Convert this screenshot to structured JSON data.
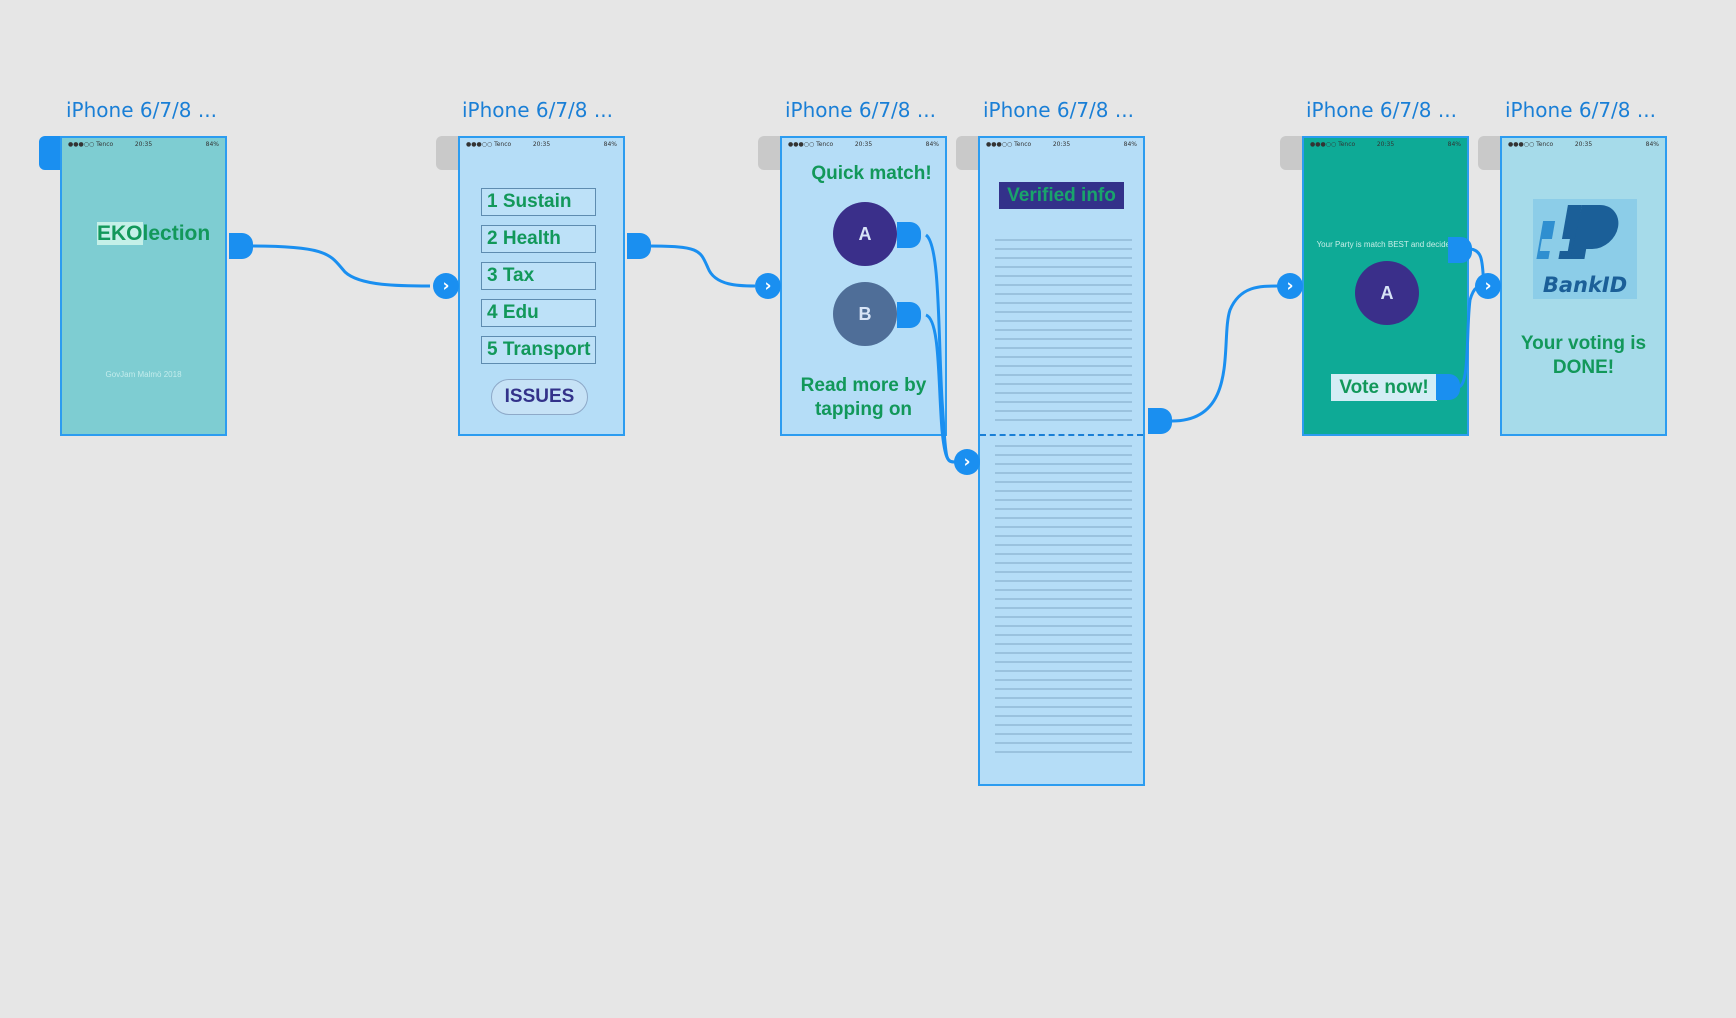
{
  "artboards": [
    {
      "title": "iPhone 6/7/8 ..."
    },
    {
      "title": "iPhone 6/7/8 ..."
    },
    {
      "title": "iPhone 6/7/8 ..."
    },
    {
      "title": "iPhone 6/7/8 ..."
    },
    {
      "title": "iPhone 6/7/8 ..."
    },
    {
      "title": "iPhone 6/7/8 ..."
    }
  ],
  "statusbar": {
    "carrier": "●●●○○ Tenco",
    "time": "20:35",
    "battery": "84%"
  },
  "screen1": {
    "logo_part1": "EKO",
    "logo_part2": "lection",
    "footer": "GovJam Malmö 2018"
  },
  "screen2": {
    "issues": [
      "1 Sustain",
      "2 Health",
      "3 Tax",
      "4 Edu",
      "5 Transport"
    ],
    "button": "ISSUES"
  },
  "screen3": {
    "title": "Quick match!",
    "party_a": "A",
    "party_b": "B",
    "read_more_line1": "Read more by",
    "read_more_line2": "tapping on"
  },
  "screen4": {
    "heading": "Verified info"
  },
  "screen5": {
    "match_text": "Your Party is match BEST and decided",
    "party": "A",
    "vote_button": "Vote now!"
  },
  "screen6": {
    "logo_text": "BankID",
    "done_line1": "Your voting is",
    "done_line2": "DONE!"
  },
  "colors": {
    "canvas": "#e6e6e6",
    "link": "#1a8ff0",
    "artboard_title": "#1a7fd6",
    "accent_green": "#12985a",
    "party_purple": "#3a2f8a"
  }
}
